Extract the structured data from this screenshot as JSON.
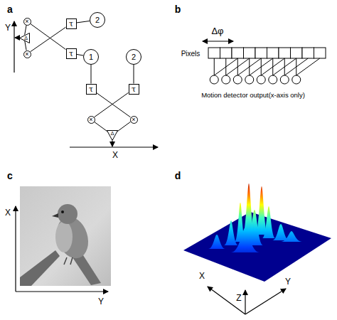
{
  "diagram": {
    "nodes": [
      {
        "text": [
          "×"
        ]
      },
      {
        "text": [
          "τ"
        ]
      },
      {
        "text": [
          "2"
        ]
      },
      {
        "text": [
          "Δ"
        ]
      },
      {
        "text": [
          "×"
        ]
      },
      {
        "text": [
          "τ"
        ]
      },
      {
        "text": [
          "1"
        ]
      },
      {
        "text": [
          "2"
        ]
      },
      {
        "text": [
          "τ"
        ]
      },
      {
        "text": [
          "τ"
        ]
      },
      {
        "text": [
          "×"
        ]
      },
      {
        "text": [
          "×"
        ]
      },
      {
        "text": [
          "Δ"
        ]
      }
    ],
    "edges": [
      {
        "from": 2,
        "to": 1,
        "arrow": "none"
      },
      {
        "from": 6,
        "to": 5,
        "arrow": "none"
      },
      {
        "from": 1,
        "to": 4,
        "arrow": "none"
      },
      {
        "from": 5,
        "to": 0,
        "arrow": "none"
      },
      {
        "from": 0,
        "to": 3,
        "arrow": "none"
      },
      {
        "from": 4,
        "to": 3,
        "arrow": "none"
      },
      {
        "from": 6,
        "to": 8,
        "arrow": "none"
      },
      {
        "from": 7,
        "to": 9,
        "arrow": "none"
      },
      {
        "from": 8,
        "to": 11,
        "arrow": "none"
      },
      {
        "from": 9,
        "to": 10,
        "arrow": "none"
      },
      {
        "from": 10,
        "to": 12,
        "arrow": "none"
      },
      {
        "from": 11,
        "to": 12,
        "arrow": "none"
      }
    ],
    "labels": [
      "a",
      "Y",
      "X",
      "b",
      "Δφ",
      "Pixels",
      "Motion detector output(x-axis only)",
      "c",
      "X",
      "Y",
      "d",
      "X",
      "Z",
      "Y"
    ]
  }
}
